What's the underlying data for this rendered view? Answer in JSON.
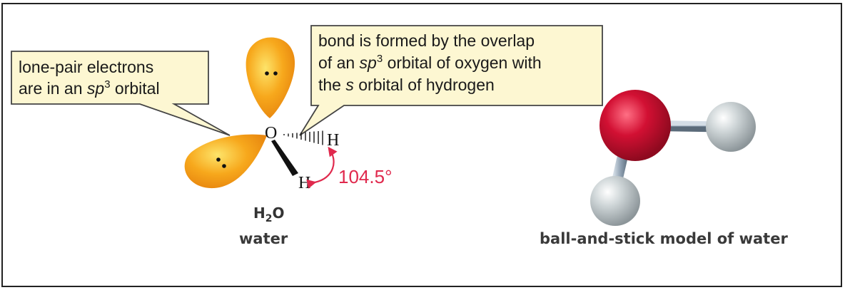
{
  "callout_left": {
    "line1": "lone-pair electrons",
    "line2_prefix": "are in an ",
    "line2_orbital": "sp",
    "line2_sup": "3",
    "line2_suffix": " orbital"
  },
  "callout_right": {
    "line1": "bond is formed by the overlap",
    "line2_prefix": "of an ",
    "line2_orbital": "sp",
    "line2_sup": "3",
    "line2_suffix": " orbital of oxygen with",
    "line3_prefix": "the ",
    "line3_orbital": "s",
    "line3_suffix": " orbital of hydrogen"
  },
  "atoms": {
    "oxygen": "O",
    "hydrogen_upper": "H",
    "hydrogen_lower": "H"
  },
  "angle_label": "104.5°",
  "formula": {
    "h": "H",
    "sub": "2",
    "o": "O"
  },
  "left_caption": "water",
  "right_caption": "ball-and-stick model of water",
  "colors": {
    "callout_fill": "#fdf7d2",
    "orbital": "#f7a21b",
    "angle": "#e0294d",
    "oxygen_ball": "#c8102e",
    "hydrogen_ball": "#c9cfd2",
    "stick": "#8d9fb0"
  }
}
